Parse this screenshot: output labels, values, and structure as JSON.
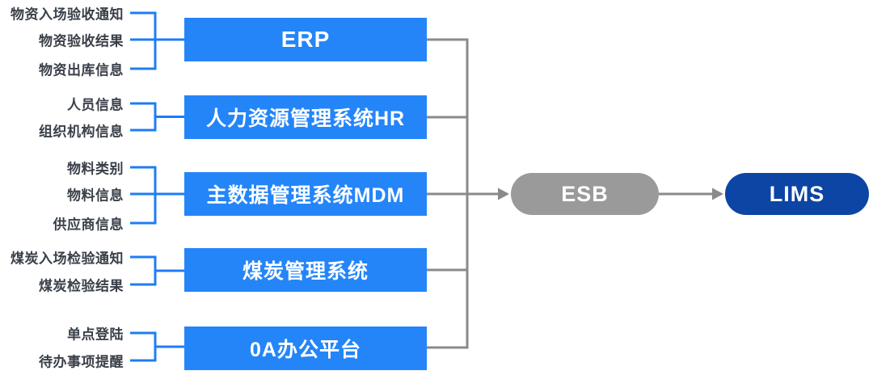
{
  "diagram": {
    "type": "system-integration-flow",
    "source_groups": [
      {
        "system": "ERP",
        "inputs": [
          "物资入场验收通知",
          "物资验收结果",
          "物资出库信息"
        ]
      },
      {
        "system": "人力资源管理系统HR",
        "inputs": [
          "人员信息",
          "组织机构信息"
        ]
      },
      {
        "system": "主数据管理系统MDM",
        "inputs": [
          "物料类别",
          "物料信息",
          "供应商信息"
        ]
      },
      {
        "system": "煤炭管理系统",
        "inputs": [
          "煤炭入场检验通知",
          "煤炭检验结果"
        ]
      },
      {
        "system": "0A办公平台",
        "inputs": [
          "单点登陆",
          "待办事项提醒"
        ]
      }
    ],
    "hub": {
      "label": "ESB"
    },
    "target": {
      "label": "LIMS"
    },
    "colors": {
      "system_box_blue": "#2485f8",
      "connector_blue": "#1f7cf5",
      "connector_gray": "#8a8a8a",
      "hub_gray": "#9a9a9a",
      "target_navy": "#0d45a4",
      "label_text": "#3a4049"
    }
  }
}
